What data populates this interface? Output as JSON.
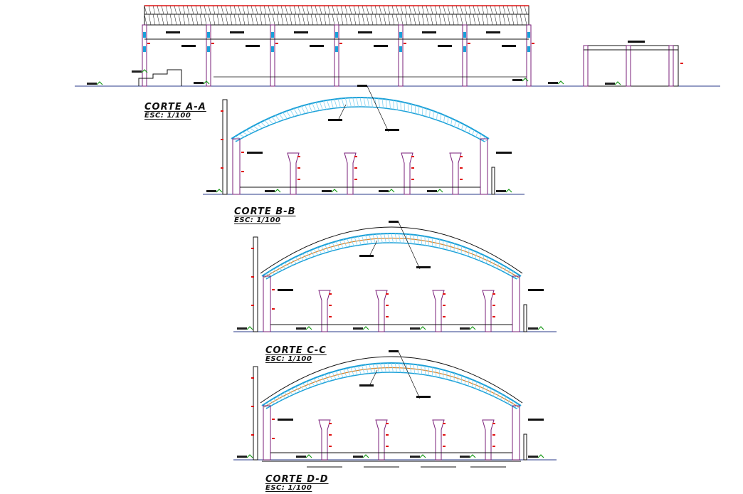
{
  "sections": [
    {
      "id": "A-A",
      "title": "CORTE A-A",
      "scale": "ESC: 1/100"
    },
    {
      "id": "B-B",
      "title": "CORTE B-B",
      "scale": "ESC: 1/100"
    },
    {
      "id": "C-C",
      "title": "CORTE C-C",
      "scale": "ESC: 1/100"
    },
    {
      "id": "D-D",
      "title": "CORTE D-D",
      "scale": "ESC: 1/100"
    }
  ],
  "colors": {
    "line": "#111111",
    "column": "#7a1f7a",
    "truss": "#1aa0d8",
    "truss_light": "#7fd0f0",
    "chord_orange": "#d9822b",
    "mark_red": "#e01010",
    "level_green": "#1a9a1a",
    "ground_blue": "#2a3a8a"
  }
}
